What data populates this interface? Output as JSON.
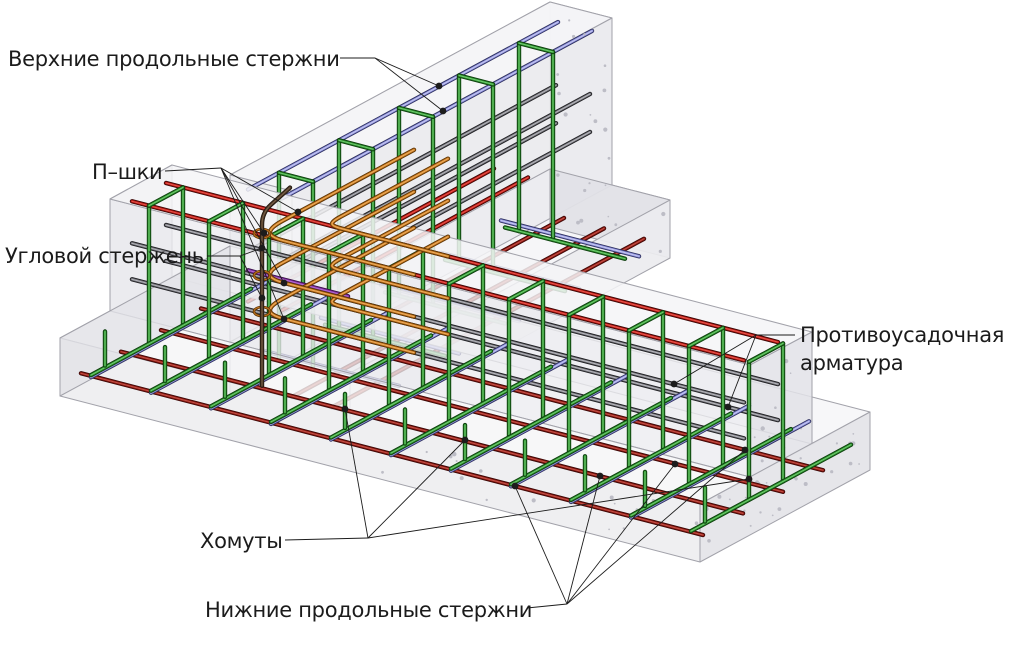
{
  "diagram": {
    "title_hint": "reinforcement-corner-diagram",
    "labels": {
      "upper_bars": "Верхние продольные стержни",
      "u_bars": "П–шки",
      "corner_bar": "Угловой стержень",
      "shrinkage_line1": "Противоусадочная",
      "shrinkage_line2": "арматура",
      "stirrups": "Хомуты",
      "lower_bars": "Нижние продольные стержни"
    }
  },
  "colors": {
    "background": "#ffffff",
    "concrete_face": "#ececef",
    "concrete_top": "#f5f5f7",
    "concrete_side": "#e2e2e7",
    "concrete_edge": "#a2a2aa",
    "speckle": "#bdbdc6",
    "bar_blue": "#8f92dd",
    "bar_blue_dark": "#2f3160",
    "bar_blue_light": "#c9cbf2",
    "bar_red": "#b71712",
    "bar_red_dark": "#3d0605",
    "bar_red_light": "#e8584e",
    "bar_darkred": "#8f1a12",
    "bar_darkred_light": "#c4534a",
    "bar_green": "#2c8a2c",
    "bar_green_dark": "#0b3d0b",
    "bar_green_light": "#72d072",
    "bar_gray": "#6f6f74",
    "bar_gray_dark": "#1f1f23",
    "bar_gray_light": "#b8b8bf",
    "bar_orange": "#c4761f",
    "bar_orange_dark": "#5d3404",
    "bar_orange_light": "#f0b060",
    "bar_purple": "#7d2f9e",
    "bar_purple_dark": "#3a1048",
    "bar_purple_light": "#b86fd6",
    "bar_corner": "#4a3526",
    "bar_corner_dark": "#241a10",
    "bar_corner_light": "#7a6248",
    "leader": "#1c1c1c",
    "label_text": "#1b1b1b"
  }
}
